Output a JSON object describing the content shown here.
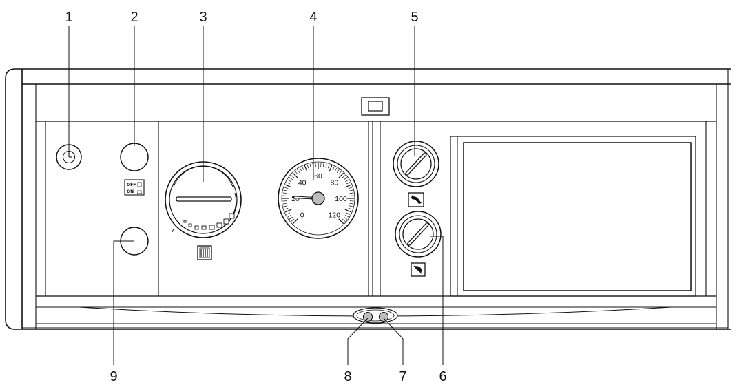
{
  "callouts": [
    "1",
    "2",
    "3",
    "4",
    "5",
    "6",
    "7",
    "8",
    "9"
  ],
  "gauge": {
    "scale_labels": [
      "0",
      "20",
      "40",
      "60",
      "80",
      "100",
      "120"
    ],
    "scale_min": 0,
    "scale_max": 120,
    "pointer_value": 20
  },
  "switch_symbols": {
    "off": "OFF",
    "on": "ON"
  }
}
